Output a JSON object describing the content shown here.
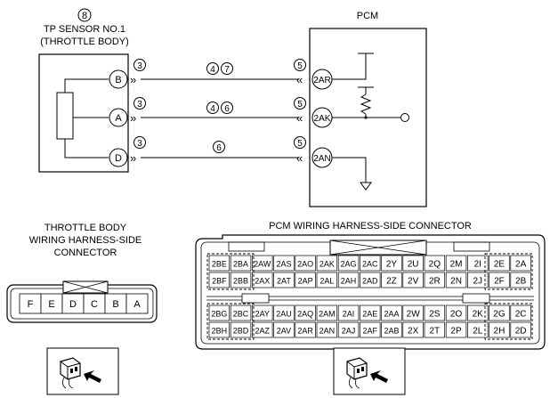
{
  "sensor": {
    "ref_number": "8",
    "name": "TP SENSOR NO.1",
    "location": "(THROTTLE BODY)",
    "pins": [
      "B",
      "A",
      "D"
    ]
  },
  "pcm": {
    "title": "PCM",
    "pins": [
      "2AR",
      "2AK",
      "2AN"
    ]
  },
  "wires": [
    {
      "from": "B",
      "to": "2AR",
      "left_ref": "3",
      "mid_refs": [
        "4",
        "7"
      ],
      "right_ref": "5"
    },
    {
      "from": "A",
      "to": "2AK",
      "left_ref": "3",
      "mid_refs": [
        "4",
        "6"
      ],
      "right_ref": "5"
    },
    {
      "from": "D",
      "to": "2AN",
      "left_ref": "3",
      "mid_refs": [
        "6"
      ],
      "right_ref": "5"
    }
  ],
  "throttle_connector": {
    "title_lines": [
      "THROTTLE BODY",
      "WIRING HARNESS-SIDE",
      "CONNECTOR"
    ],
    "pins": [
      "F",
      "E",
      "D",
      "C",
      "B",
      "A"
    ]
  },
  "pcm_connector": {
    "title": "PCM WIRING HARNESS-SIDE CONNECTOR",
    "rows": [
      [
        "2BE",
        "2BA",
        "2AW",
        "2AS",
        "2AO",
        "2AK",
        "2AG",
        "2AC",
        "2Y",
        "2U",
        "2Q",
        "2M",
        "2I",
        "2E",
        "2A"
      ],
      [
        "2BF",
        "2BB",
        "2AX",
        "2AT",
        "2AP",
        "2AL",
        "2AH",
        "2AD",
        "2Z",
        "2V",
        "2R",
        "2N",
        "2J",
        "2F",
        "2B"
      ],
      [
        "2BG",
        "2BC",
        "2AY",
        "2AU",
        "2AQ",
        "2AM",
        "2AI",
        "2AE",
        "2AA",
        "2W",
        "2S",
        "2O",
        "2K",
        "2G",
        "2C"
      ],
      [
        "2BH",
        "2BD",
        "2AZ",
        "2AV",
        "2AR",
        "2AN",
        "2AJ",
        "2AF",
        "2AB",
        "2X",
        "2T",
        "2P",
        "2L",
        "2H",
        "2D"
      ]
    ]
  },
  "icons": [
    "connector-view-icon",
    "connector-view-icon"
  ]
}
